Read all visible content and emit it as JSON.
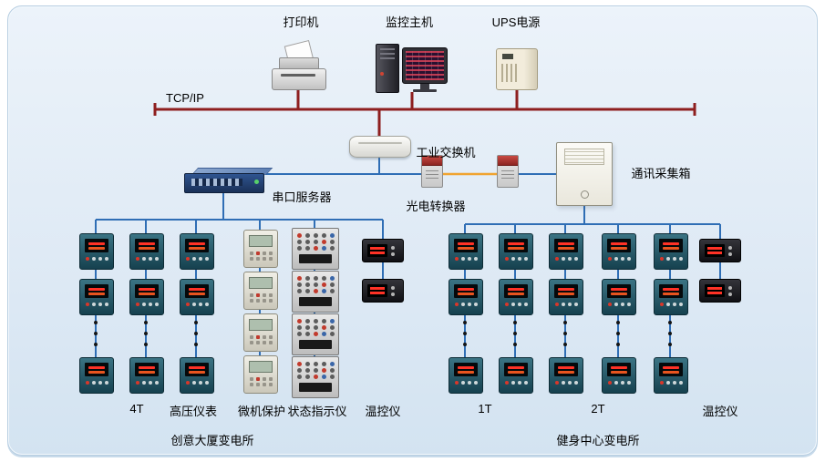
{
  "top_devices": {
    "printer": "打印机",
    "monitor_host": "监控主机",
    "ups": "UPS电源"
  },
  "network": {
    "bus_label": "TCP/IP",
    "switch_label": "工业交换机",
    "serial_server_label": "串口服务器",
    "optical_converter_label": "光电转换器",
    "comm_box_label": "通讯采集箱"
  },
  "left_substation": {
    "column_labels": [
      "4T",
      "高压仪表",
      "微机保护",
      "状态指示仪",
      "温控仪"
    ],
    "title": "创意大厦变电所"
  },
  "right_substation": {
    "column_labels": [
      "1T",
      "2T",
      "温控仪"
    ],
    "title": "健身中心变电所"
  },
  "colors": {
    "bus_line": "#8e1f1f",
    "network_line": "#2f6eb5",
    "fiber_line": "#f0a430",
    "panel_background": "#dfeaf5"
  }
}
